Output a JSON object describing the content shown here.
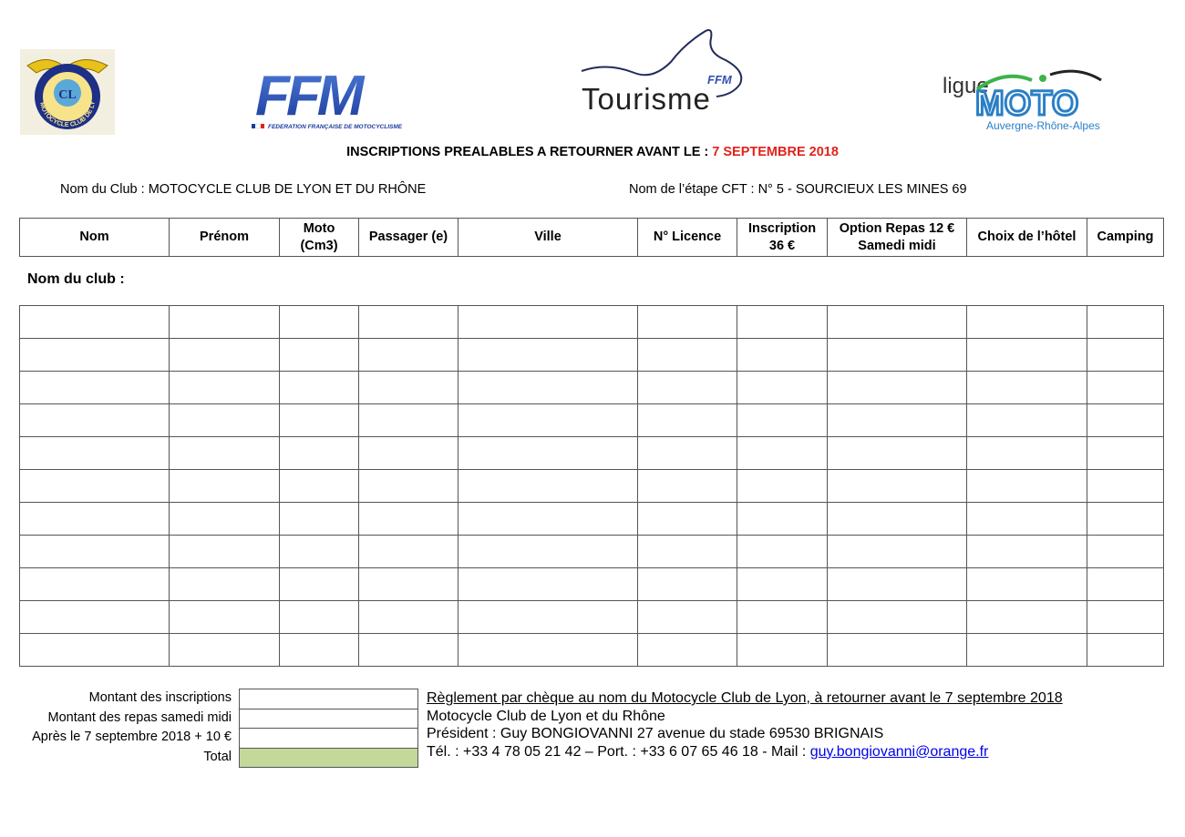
{
  "logos": {
    "mcl_text": "MOTOCYCLE CLUB DE LYON",
    "ffm_text": "FFM",
    "ffm_subtext": "FEDERATION FRANÇAISE DE MOTOCYCLISME",
    "tourisme_text": "Tourisme",
    "tourisme_small": "FFM",
    "ligue_text": "ligue",
    "moto_text": "MOTO",
    "region_text": "Auvergne-Rhône-Alpes"
  },
  "title": {
    "prefix": "INSCRIPTIONS PREALABLES A RETOURNER AVANT LE : ",
    "date": "7 SEPTEMBRE 2018"
  },
  "info": {
    "club": "Nom du Club : MOTOCYCLE CLUB DE LYON ET DU RHÔNE",
    "etape": "Nom de l’étape CFT : N° 5 - SOURCIEUX LES MINES 69"
  },
  "table": {
    "headers": [
      [
        "Nom"
      ],
      [
        "Prénom"
      ],
      [
        "Moto",
        "(Cm3)"
      ],
      [
        "Passager (e)"
      ],
      [
        "Ville"
      ],
      [
        "N° Licence"
      ],
      [
        "Inscription",
        "36 €"
      ],
      [
        "Option Repas 12 €",
        "Samedi midi"
      ],
      [
        "Choix de l’hôtel"
      ],
      [
        "Camping"
      ]
    ],
    "club_label": "Nom du club :",
    "row_count": 11
  },
  "totals": {
    "labels": [
      "Montant des inscriptions",
      "Montant des repas samedi midi",
      "Après le 7 septembre 2018 + 10 €",
      "Total"
    ],
    "total_fill_color": "#c4d89a"
  },
  "payment": {
    "line1": "Règlement par chèque au nom du Motocycle Club de Lyon, à retourner avant le 7 septembre 2018",
    "line2": "Motocycle Club de Lyon et du Rhône",
    "line3": "Président : Guy BONGIOVANNI 27 avenue du stade 69530 BRIGNAIS",
    "line4_prefix": "Tél. : +33 4 78 05 21 42 – Port. : +33 6 07 65 46 18 - Mail : ",
    "email": "guy.bongiovanni@orange.fr"
  },
  "colors": {
    "date_red": "#e0231c",
    "ffm_blue": "#1e3a8a",
    "moto_green": "#3cb44a",
    "moto_blue": "#2a7fc6"
  }
}
